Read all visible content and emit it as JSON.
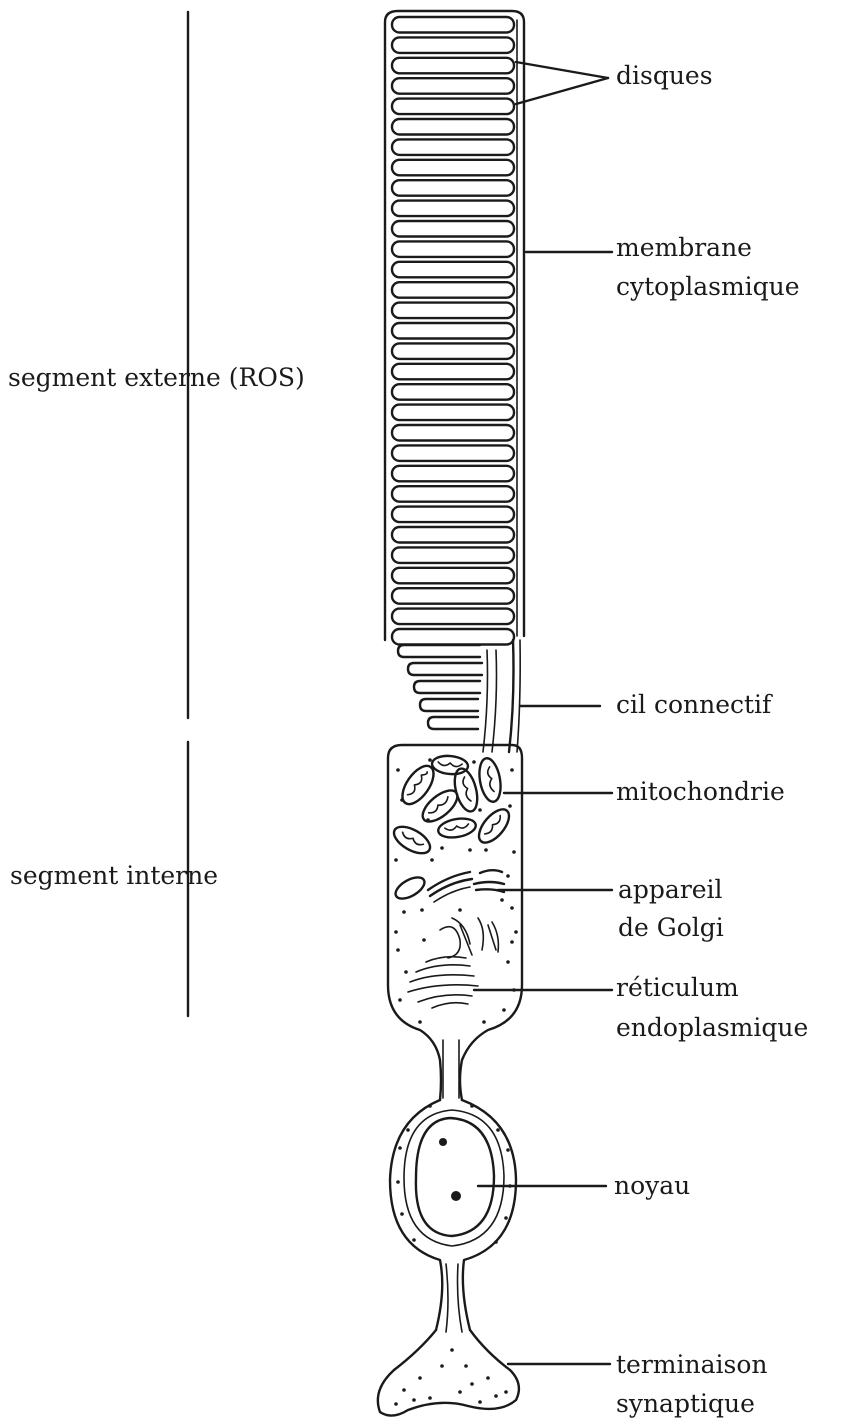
{
  "labels": {
    "disques": "disques",
    "membrane_line1": "membrane",
    "membrane_line2": "cytoplasmique",
    "segment_externe": "segment externe (ROS)",
    "cil": "cil connectif",
    "mitochondrie": "mitochondrie",
    "segment_interne": "segment interne",
    "golgi_line1": "appareil",
    "golgi_line2": "de Golgi",
    "reticulum_line1": "réticulum",
    "reticulum_line2": "endoplasmique",
    "noyau": "noyau",
    "terminaison_line1": "terminaison",
    "terminaison_line2": "synaptique"
  },
  "colors": {
    "ink": "#1a1a1a",
    "background": "#ffffff"
  }
}
